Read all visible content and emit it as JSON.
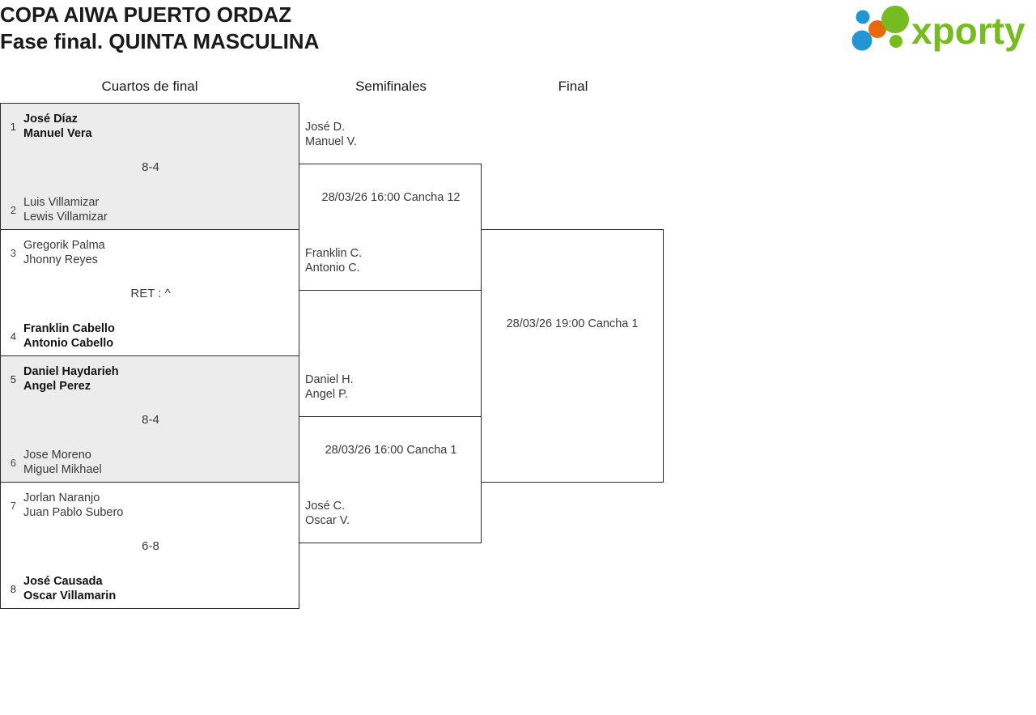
{
  "header": {
    "title_line_1": "COPA AIWA PUERTO ORDAZ",
    "title_line_2": "Fase final. QUINTA MASCULINA",
    "logo_text": "xporty",
    "logo_colors": {
      "green": "#76bc21",
      "orange": "#e8690b",
      "blue": "#2196d3"
    }
  },
  "rounds": {
    "quarterfinals_label": "Cuartos de final",
    "semifinals_label": "Semifinales",
    "final_label": "Final"
  },
  "quarterfinals": [
    {
      "score": "8-4",
      "shaded": true,
      "top": {
        "seed": "1",
        "player_1": "José Díaz",
        "player_2": "Manuel Vera",
        "winner": true
      },
      "bottom": {
        "seed": "2",
        "player_1": "Luis Villamizar",
        "player_2": "Lewis Villamizar",
        "winner": false
      }
    },
    {
      "score": "RET : ^",
      "shaded": false,
      "top": {
        "seed": "3",
        "player_1": "Gregorik Palma",
        "player_2": "Jhonny Reyes",
        "winner": false
      },
      "bottom": {
        "seed": "4",
        "player_1": "Franklin Cabello",
        "player_2": "Antonio Cabello",
        "winner": true
      }
    },
    {
      "score": "8-4",
      "shaded": true,
      "top": {
        "seed": "5",
        "player_1": "Daniel Haydarieh",
        "player_2": "Angel Perez",
        "winner": true
      },
      "bottom": {
        "seed": "6",
        "player_1": "Jose Moreno",
        "player_2": "Miguel Mikhael",
        "winner": false
      }
    },
    {
      "score": "6-8",
      "shaded": false,
      "top": {
        "seed": "7",
        "player_1": "Jorlan Naranjo",
        "player_2": "Juan Pablo Subero",
        "winner": false
      },
      "bottom": {
        "seed": "8",
        "player_1": "José Causada",
        "player_2": "Oscar Villamarin",
        "winner": true
      }
    }
  ],
  "semifinals": [
    {
      "meta": "28/03/26 16:00 Cancha 12",
      "top": {
        "player_1": "José D.",
        "player_2": "Manuel V."
      },
      "bottom": {
        "player_1": "Franklin C.",
        "player_2": "Antonio C."
      }
    },
    {
      "meta": "28/03/26 16:00 Cancha 1",
      "top": {
        "player_1": "Daniel H.",
        "player_2": "Angel P."
      },
      "bottom": {
        "player_1": "José C.",
        "player_2": "Oscar V."
      }
    }
  ],
  "final": {
    "meta": "28/03/26 19:00 Cancha 1"
  }
}
